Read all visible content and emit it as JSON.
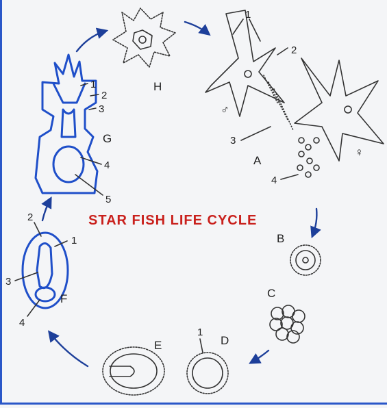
{
  "title": "STAR FISH LIFE CYCLE",
  "stage_labels": {
    "A": "A",
    "B": "B",
    "C": "C",
    "D": "D",
    "E": "E",
    "F": "F",
    "G": "G",
    "H": "H"
  },
  "part_numbers": {
    "one": "1",
    "two": "2",
    "three": "3",
    "four": "4",
    "five": "5"
  },
  "sex_symbols": {
    "male": "♂",
    "female": "♀"
  },
  "colors": {
    "title": "#c9201c",
    "arrows": "#1d3f9a",
    "larva_outline": "#1f4fc9",
    "frame": "#2a57c8"
  }
}
